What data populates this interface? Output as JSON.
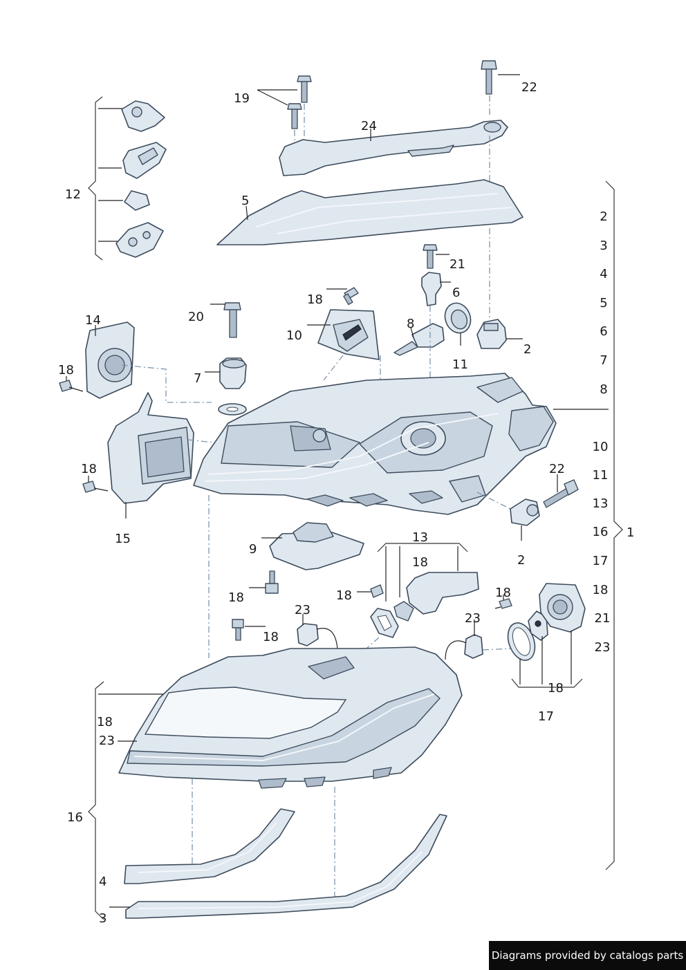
{
  "diagram": {
    "parts": {
      "p1": "1",
      "p2": "2",
      "p3": "3",
      "p4": "4",
      "p5": "5",
      "p6": "6",
      "p7": "7",
      "p8": "8",
      "p9": "9",
      "p10": "10",
      "p11": "11",
      "p12": "12",
      "p13": "13",
      "p14": "14",
      "p15": "15",
      "p16": "16",
      "p17": "17",
      "p18": "18",
      "p19": "19",
      "p20": "20",
      "p21": "21",
      "p22": "22",
      "p23": "23",
      "p24": "24"
    },
    "group_1_list": [
      "2",
      "3",
      "4",
      "5",
      "6",
      "7",
      "8",
      "10",
      "11",
      "13",
      "16",
      "17",
      "18",
      "21",
      "23"
    ],
    "group_16_list": [
      "18",
      "23"
    ]
  },
  "footer": {
    "credit": "Diagrams provided by catalogs parts"
  }
}
